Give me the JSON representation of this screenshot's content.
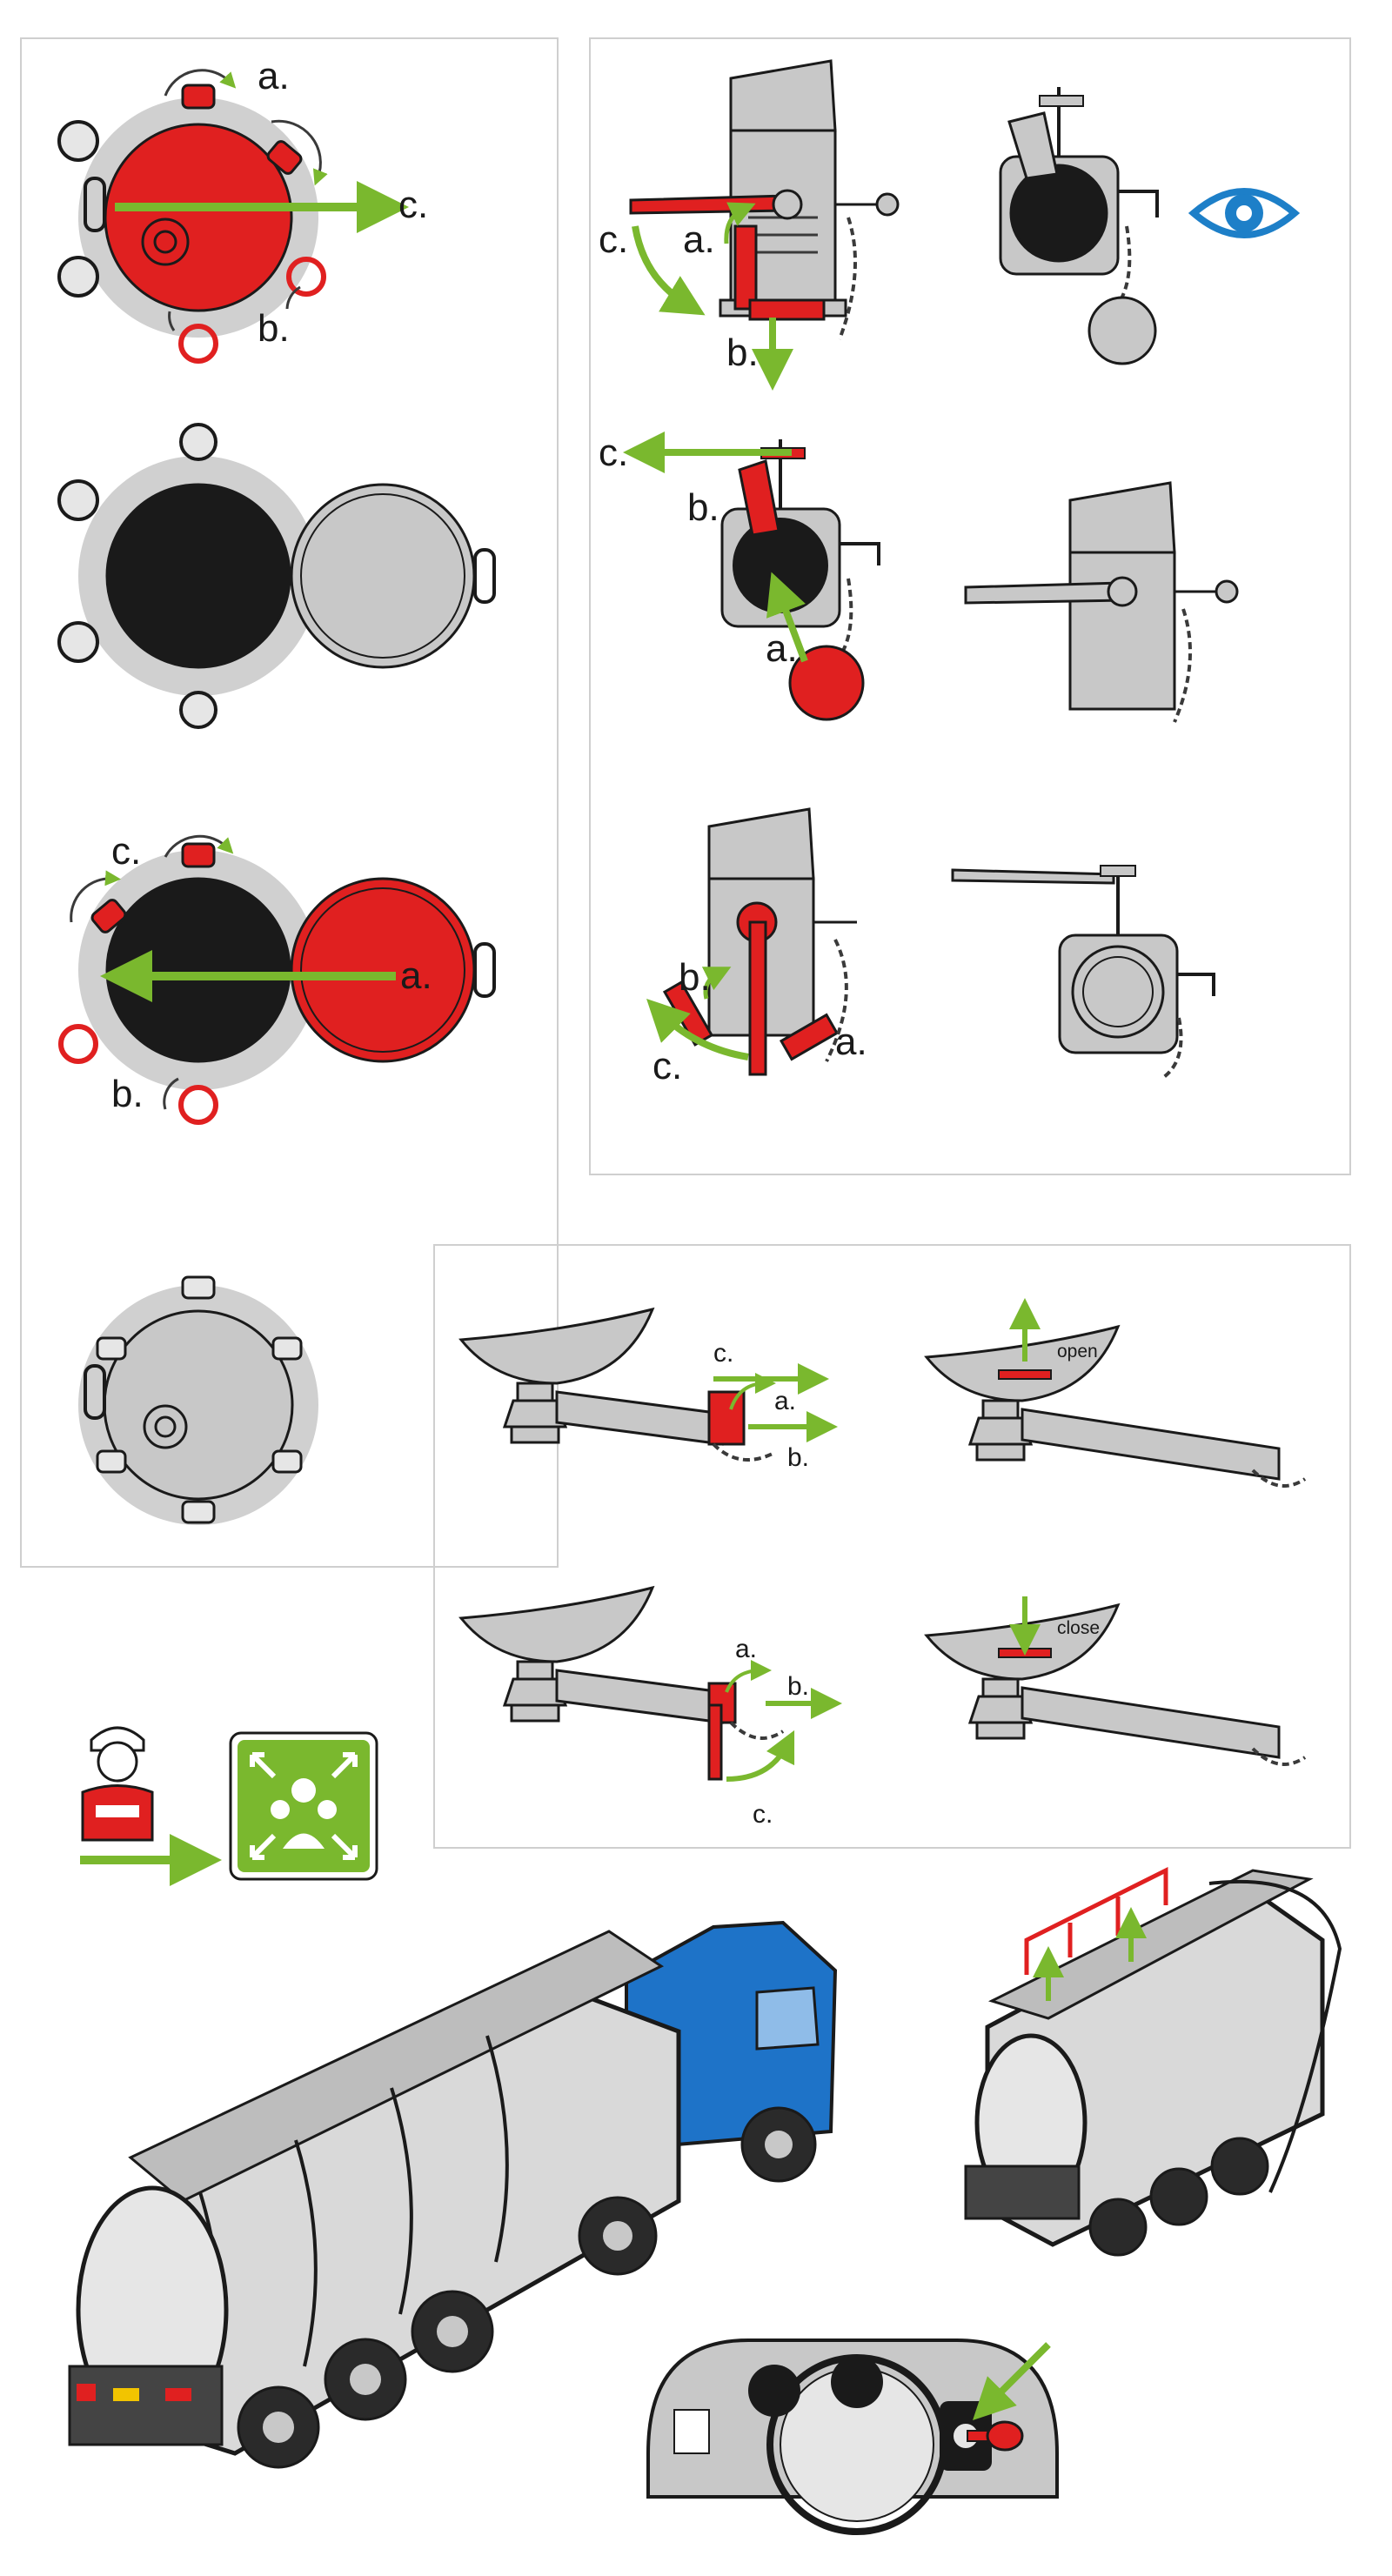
{
  "panels": {
    "manhole": {
      "open_step": {
        "a": "a.",
        "b": "b.",
        "c": "c."
      },
      "close_step": {
        "a": "a.",
        "b": "b.",
        "c": "c."
      }
    },
    "valve": {
      "step1": {
        "a": "a.",
        "b": "b.",
        "c": "c."
      },
      "step2": {
        "a": "a.",
        "b": "b.",
        "c": "c."
      },
      "step3": {
        "a": "a.",
        "b": "b.",
        "c": "c."
      }
    },
    "pipe": {
      "step1": {
        "a": "a.",
        "b": "b.",
        "c": "c."
      },
      "open_label": "open",
      "step3": {
        "a": "a.",
        "b": "b.",
        "c": "c."
      },
      "close_label": "close"
    }
  },
  "icons": {
    "inspect": "eye-icon",
    "assembly": "assembly-point-icon",
    "worker": "worker-icon",
    "key": "key-icon"
  },
  "colors": {
    "action_red": "#e02020",
    "arrow_green": "#7ab82e",
    "cab_blue": "#1e73c8",
    "eye_blue": "#1d7fc8",
    "assembly_green": "#7ab82e",
    "part_gray": "#c8c8c8",
    "dark": "#1a1a1a"
  }
}
